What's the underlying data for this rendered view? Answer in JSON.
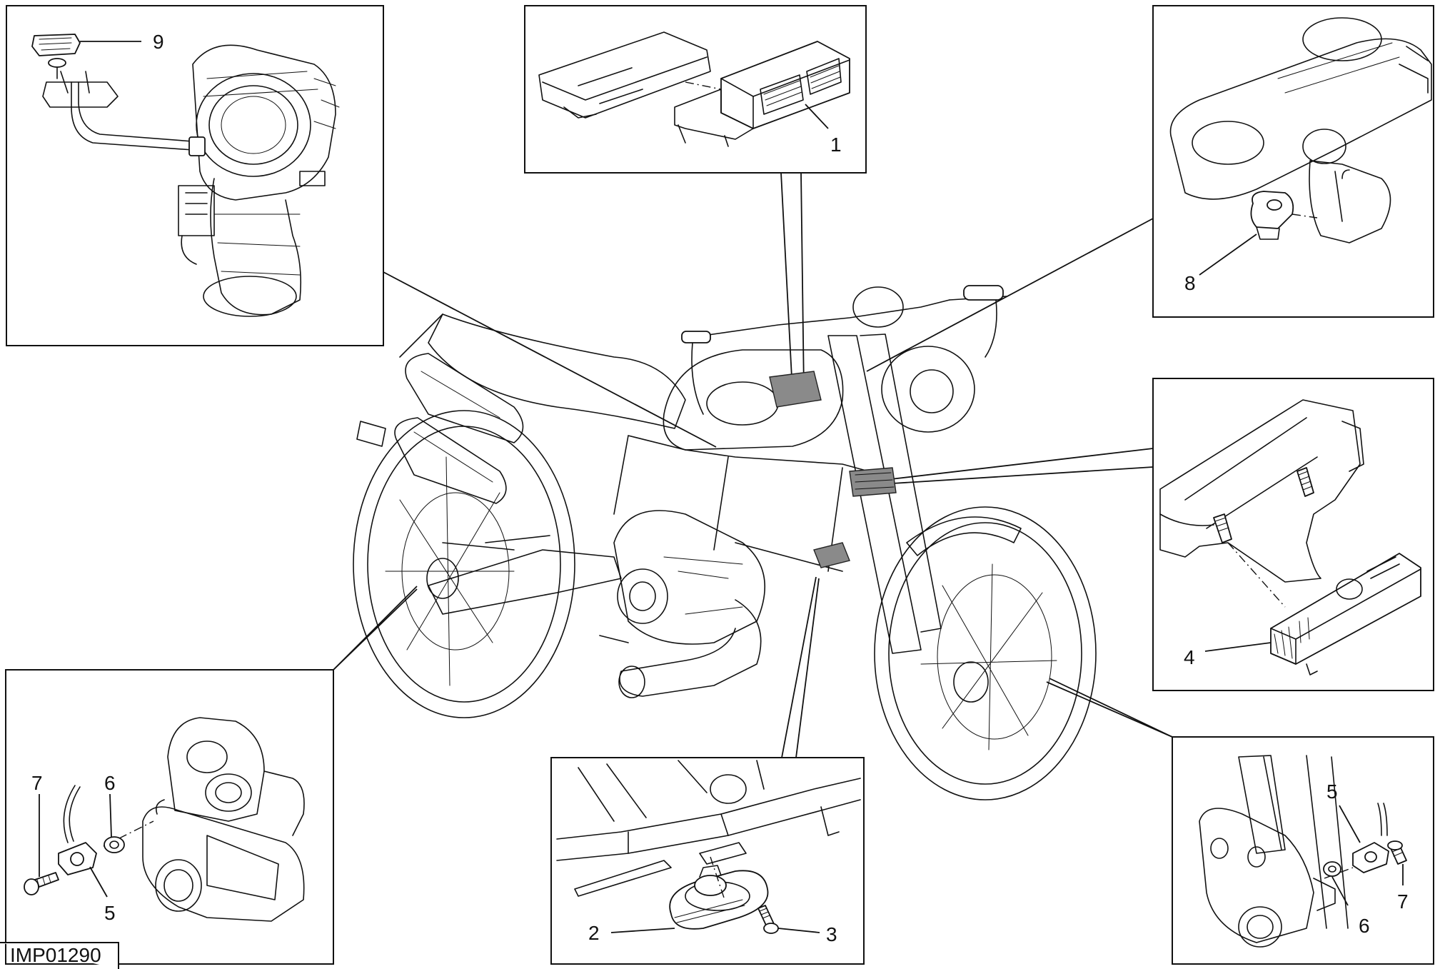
{
  "figure_code": "IMP01290",
  "callouts": {
    "c1": "1",
    "c2": "2",
    "c3": "3",
    "c4": "4",
    "c5a": "5",
    "c5b": "5",
    "c6a": "6",
    "c6b": "6",
    "c7a": "7",
    "c7b": "7",
    "c8": "8",
    "c9": "9"
  },
  "colors": {
    "line": "#111111",
    "highlight": "#8a8a8a",
    "background": "#ffffff"
  }
}
